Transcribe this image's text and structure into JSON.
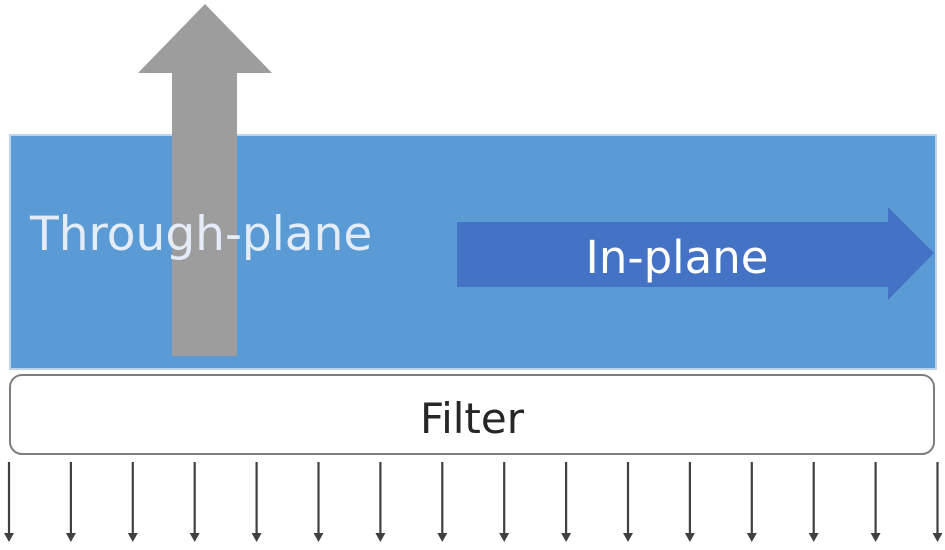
{
  "labels": {
    "through_plane": "Through-plane",
    "in_plane": "In-plane",
    "filter": "Filter"
  },
  "colors": {
    "medium_fill": "#5b9bd5",
    "medium_edge": "#bcd3ec",
    "through_arrow": "#9d9d9d",
    "in_plane_arrow": "#4472c4",
    "filter_fill": "#ffffff",
    "filter_border": "#7f7f7f",
    "flow_arrow": "#404040",
    "label_light": "#e3ecf7",
    "label_dark": "#262626"
  },
  "flow_arrow_count": 16
}
